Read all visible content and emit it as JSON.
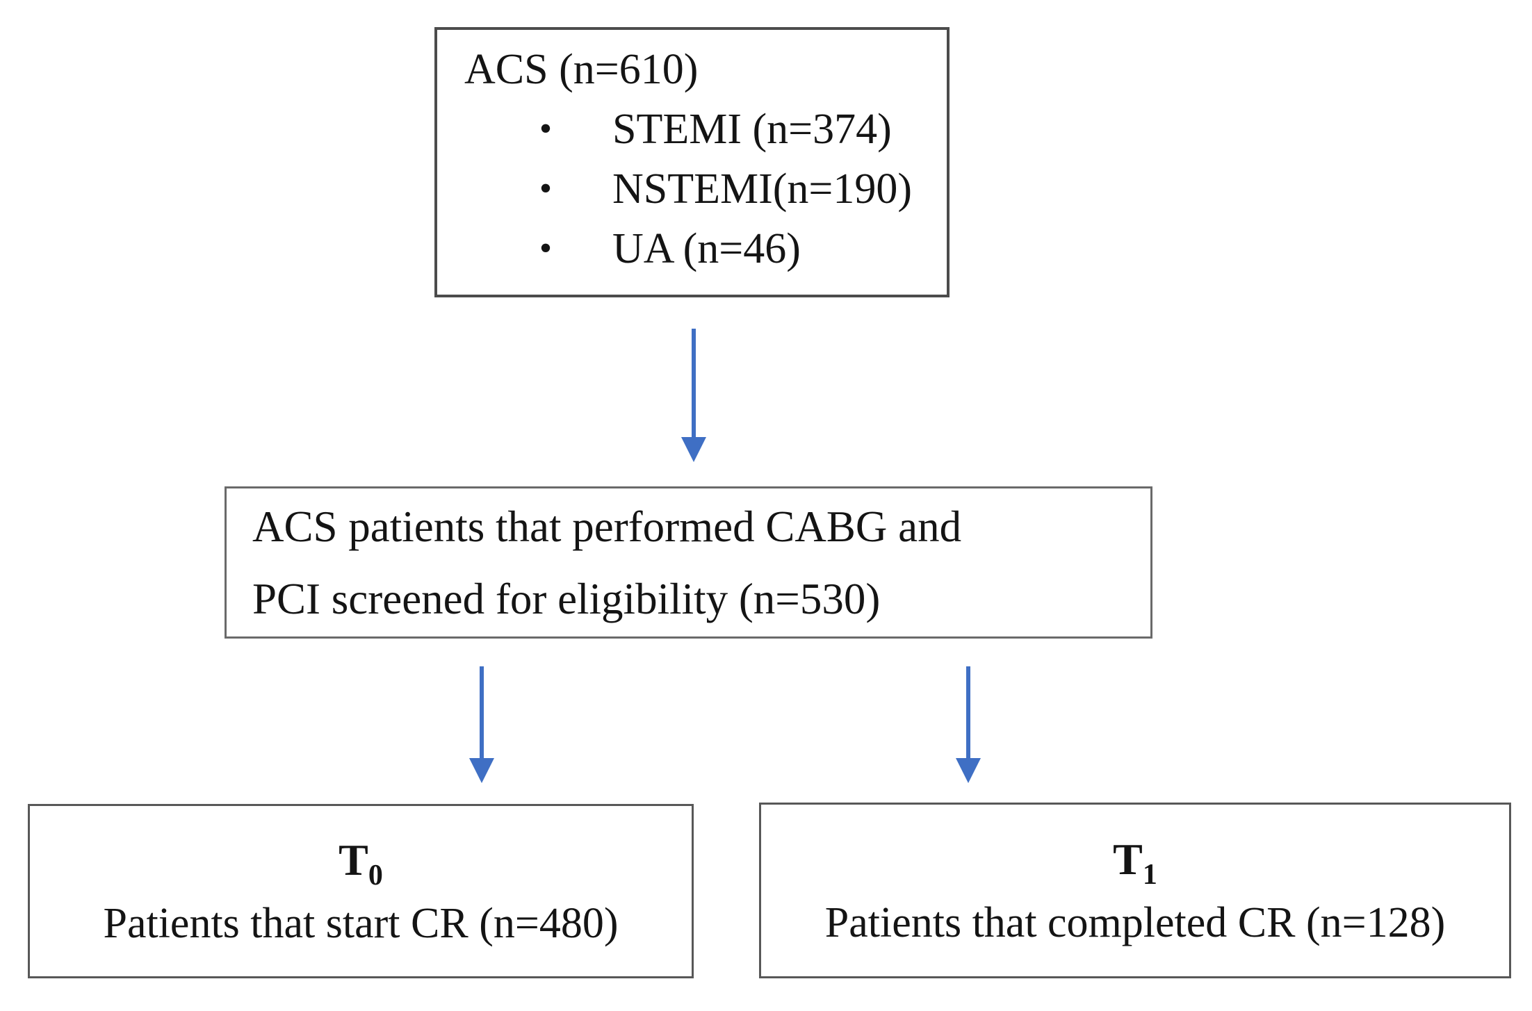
{
  "diagram": {
    "top_box": {
      "title": "ACS (n=610)",
      "bullets": [
        "STEMI (n=374)",
        "NSTEMI(n=190)",
        "UA (n=46)"
      ]
    },
    "middle_box": {
      "lines": [
        "ACS patients that performed CABG and",
        "PCI screened for eligibility (n=530)"
      ]
    },
    "bottom_left_box": {
      "title_base": "T",
      "title_sub": "0",
      "text": "Patients that start CR (n=480)"
    },
    "bottom_right_box": {
      "title_base": "T",
      "title_sub": "1",
      "text": "Patients that completed CR (n=128)"
    }
  },
  "glyphs": {
    "bullet": "•"
  },
  "colors": {
    "arrow": "#3f6fc4",
    "box_border": "#4c4c4c",
    "background": "#ffffff",
    "text": "#141414"
  }
}
